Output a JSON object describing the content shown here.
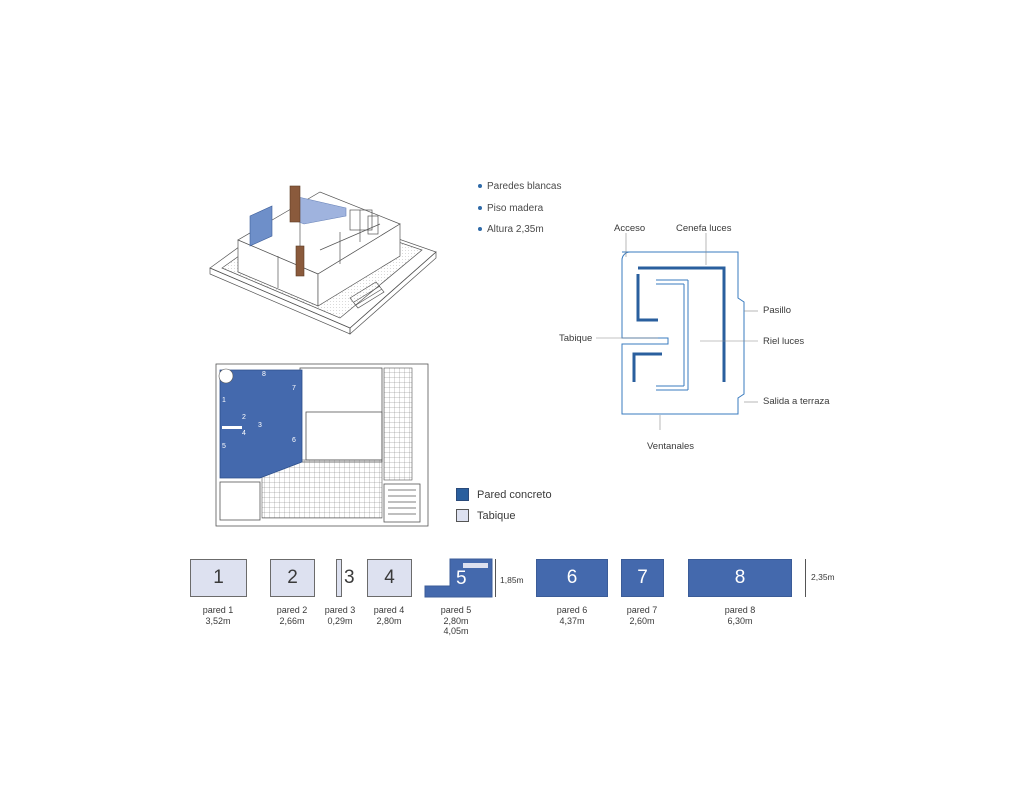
{
  "bullets": [
    "Paredes blancas",
    "Piso madera",
    "Altura 2,35m"
  ],
  "plan_labels": {
    "acceso": "Acceso",
    "cenefa": "Cenefa luces",
    "pasillo": "Pasillo",
    "tabique": "Tabique",
    "riel": "Riel luces",
    "salida": "Salida a terraza",
    "ventanales": "Ventanales"
  },
  "floor_numbers": [
    "8",
    "7",
    "1",
    "2",
    "3",
    "4",
    "5",
    "6"
  ],
  "legend": [
    {
      "label": "Pared concreto",
      "color": "#2a5f9e"
    },
    {
      "label": "Tabique",
      "color": "#dde1f0"
    }
  ],
  "walls": [
    {
      "num": "1",
      "name": "pared 1",
      "len": "3,52m"
    },
    {
      "num": "2",
      "name": "pared 2",
      "len": "2,66m"
    },
    {
      "num": "3",
      "name": "pared 3",
      "len": "0,29m"
    },
    {
      "num": "4",
      "name": "pared 4",
      "len": "2,80m"
    },
    {
      "num": "5",
      "name": "pared 5",
      "len": "2,80m",
      "len2": "4,05m"
    },
    {
      "num": "6",
      "name": "pared 6",
      "len": "4,37m"
    },
    {
      "num": "7",
      "name": "pared 7",
      "len": "2,60m"
    },
    {
      "num": "8",
      "name": "pared 8",
      "len": "6,30m"
    }
  ],
  "dims": {
    "h5": "1,85m",
    "h_all": "2,35m"
  },
  "colors": {
    "concrete": "#4469ad",
    "tabique": "#dde1f0",
    "accent": "#2f6aa8",
    "line": "#3a7bbf"
  }
}
